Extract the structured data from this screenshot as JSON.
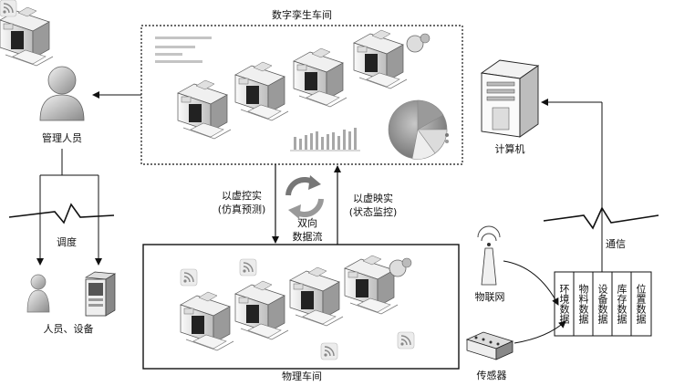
{
  "digital_workshop": {
    "title": "数字孪生车间"
  },
  "physical_workshop": {
    "title": "物理车间"
  },
  "manager": {
    "label": "管理人员"
  },
  "dispatch": {
    "label": "调度"
  },
  "staff_equipment": {
    "label": "人员、设备"
  },
  "computer": {
    "label": "计算机"
  },
  "flow_down": {
    "line1": "以虚控实",
    "line2": "(仿真预测)"
  },
  "flow_up": {
    "line1": "以虚映实",
    "line2": "(状态监控)"
  },
  "bidirectional": {
    "line1": "双向",
    "line2": "数据流"
  },
  "iot": {
    "label": "物联网"
  },
  "sensor": {
    "label": "传感器"
  },
  "comm": {
    "label": "通信"
  },
  "data_columns": [
    {
      "label": "环境数据"
    },
    {
      "label": "物料数据"
    },
    {
      "label": "设备数据"
    },
    {
      "label": "库存数据"
    },
    {
      "label": "位置数据"
    }
  ],
  "icons": {
    "manager": "person-icon",
    "staff": "person-icon",
    "equipment": "server-rack-icon",
    "computer": "desktop-tower-icon",
    "iot": "antenna-icon",
    "sensor": "sensor-block-icon",
    "wireless": "wifi-signal-icon",
    "sync": "sync-arrows-icon"
  }
}
